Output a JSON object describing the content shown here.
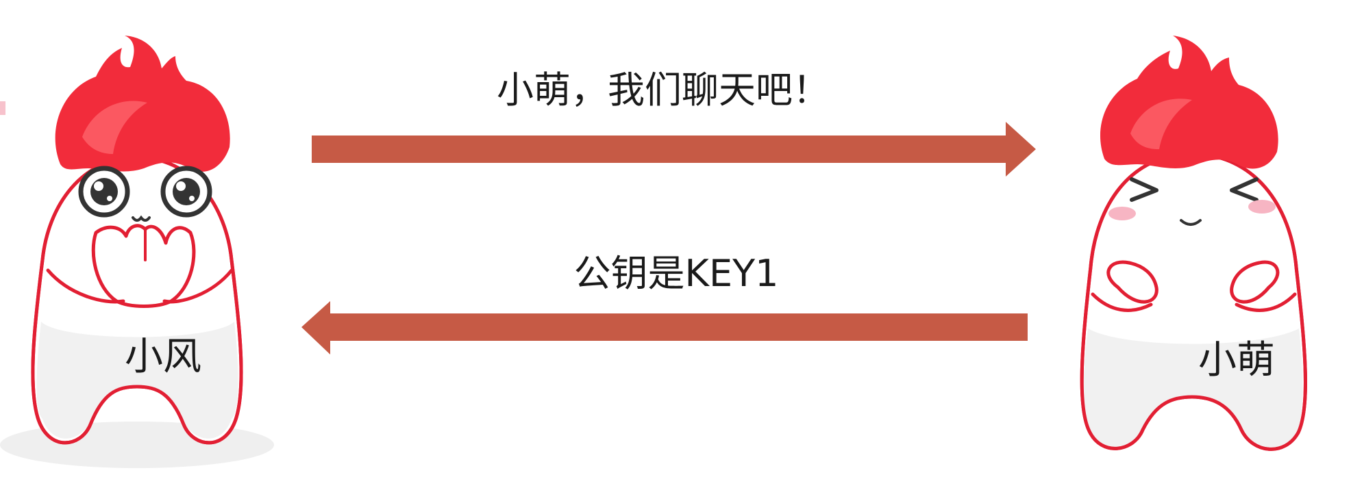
{
  "diagram": {
    "characters": {
      "left": {
        "name": "小风",
        "expression": "pleading"
      },
      "right": {
        "name": "小萌",
        "expression": "happy"
      }
    },
    "messages": {
      "top": {
        "text": "小萌，我们聊天吧！",
        "direction": "left-to-right"
      },
      "bottom": {
        "text": "公钥是KEY1",
        "direction": "right-to-left"
      }
    }
  },
  "colors": {
    "arrow": "#c65a45",
    "hair": "#f22c3b",
    "hair_highlight": "#ff6b72",
    "outline": "#e21f33",
    "body_fill": "#ffffff",
    "body_shade": "#f1f1f1",
    "blush": "#f7b5c3",
    "text": "#1a1a1a"
  }
}
